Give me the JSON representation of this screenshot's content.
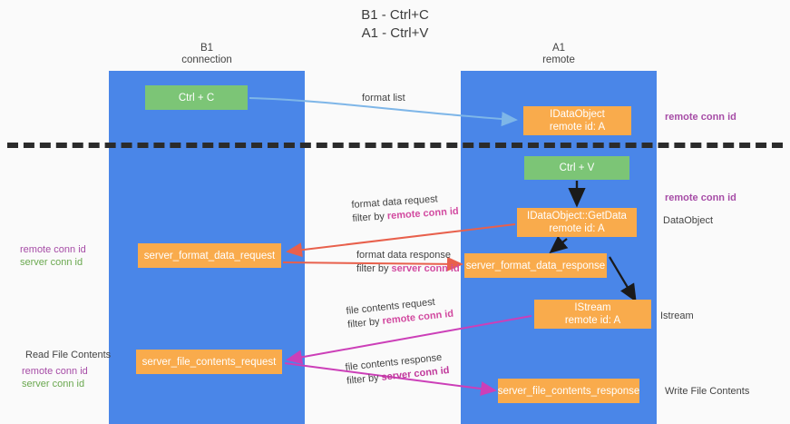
{
  "title": "B1 - Ctrl+C\nA1 - Ctrl+V",
  "lanes": [
    {
      "id": "b1",
      "line1": "B1",
      "line2": "connection"
    },
    {
      "id": "a1",
      "line1": "A1",
      "line2": "remote"
    }
  ],
  "colors": {
    "lane": "#4a86e8",
    "green_box": "#7cc576",
    "orange_box": "#f9ab4c",
    "purple_text": "#a64ca6",
    "green_text": "#6aa84f",
    "pink_key": "#d24aa0",
    "divider": "#2b2b2b",
    "arrow_blue": "#7eb6e8",
    "arrow_red": "#e8604c",
    "arrow_magenta": "#cc3fb8",
    "arrow_black": "#1a1a1a",
    "background": "#fafafa"
  },
  "boxes": {
    "ctrl_c": {
      "label": "Ctrl + C"
    },
    "data_object": {
      "line1": "IDataObject",
      "line2": "remote id: A"
    },
    "ctrl_v": {
      "label": "Ctrl + V"
    },
    "get_data": {
      "line1": "IDataObject::GetData",
      "line2": "remote id: A"
    },
    "server_format_data_request": {
      "label": "server_format_data_request"
    },
    "server_format_data_response": {
      "label": "server_format_data_response"
    },
    "istream": {
      "line1": "IStream",
      "line2": "remote id: A"
    },
    "server_file_contents_request": {
      "label": "server_file_contents_request"
    },
    "server_file_contents_response": {
      "label": "server_file_contents_response"
    }
  },
  "annotations": {
    "remote_conn_id_top": "remote conn id",
    "remote_conn_id_mid": "remote conn id",
    "data_object": "DataObject",
    "istream": "Istream",
    "write_file_contents": "Write File Contents",
    "read_file_contents": "Read File Contents",
    "left_remote_conn_id_mid": "remote conn id",
    "left_server_conn_id_mid": "server conn id",
    "left_remote_conn_id_bot": "remote conn id",
    "left_server_conn_id_bot": "server conn id"
  },
  "arrow_labels": {
    "format_list": "format list",
    "format_data_request": "format data request",
    "format_data_request_filter_prefix": "filter by ",
    "format_data_request_filter_key": "remote conn id",
    "format_data_response": "format data response",
    "format_data_response_filter_prefix": "filter by ",
    "format_data_response_filter_key": "server conn id",
    "file_contents_request": "file contents request",
    "file_contents_request_filter_prefix": "filter by ",
    "file_contents_request_filter_key": "remote conn id",
    "file_contents_response": "file contents response",
    "file_contents_response_filter_prefix": "filter by ",
    "file_contents_response_filter_key": "server conn id"
  }
}
